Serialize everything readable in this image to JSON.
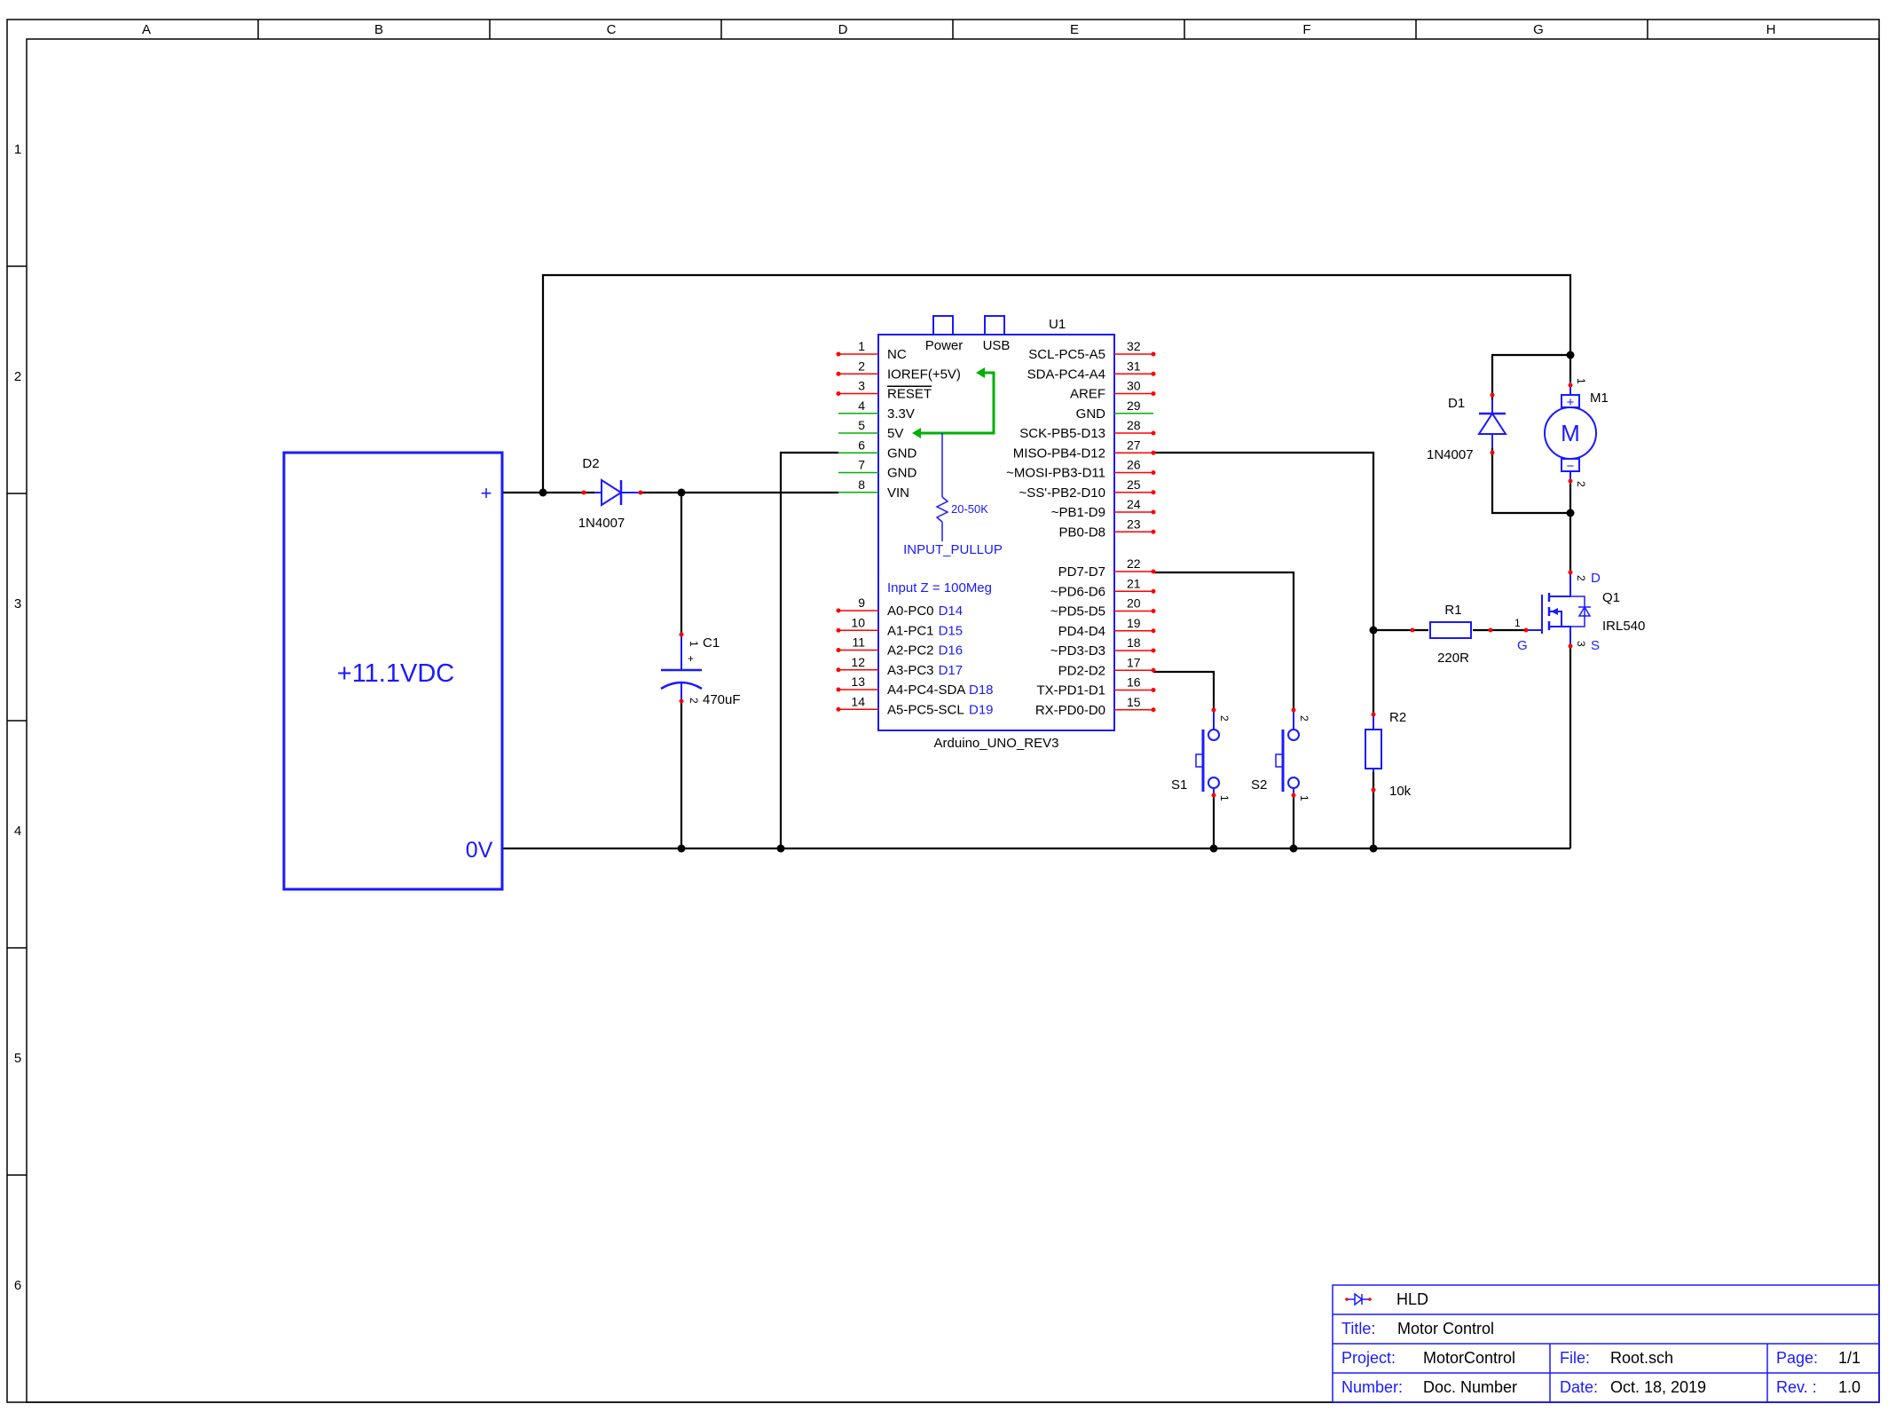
{
  "frame": {
    "columns": [
      "A",
      "B",
      "C",
      "D",
      "E",
      "F",
      "G",
      "H"
    ],
    "rows": [
      "1",
      "2",
      "3",
      "4",
      "5",
      "6"
    ]
  },
  "power_source": {
    "label": "+11.1VDC",
    "plus": "+",
    "minus": "0V"
  },
  "d2": {
    "ref": "D2",
    "value": "1N4007"
  },
  "c1": {
    "ref": "C1",
    "value": "470uF",
    "pin1": "1",
    "pin2": "2",
    "plus": "+"
  },
  "u1": {
    "ref": "U1",
    "name": "Arduino_UNO_REV3",
    "power_label": "Power",
    "usb_label": "USB",
    "pullup_resistor": "20-50K",
    "pullup_label": "INPUT_PULLUP",
    "input_z": "Input Z = 100Meg",
    "left_pins": [
      {
        "num": "1",
        "name": "NC",
        "d": ""
      },
      {
        "num": "2",
        "name": "IOREF(+5V)",
        "d": ""
      },
      {
        "num": "3",
        "name": "RESET",
        "d": ""
      },
      {
        "num": "4",
        "name": "3.3V",
        "d": ""
      },
      {
        "num": "5",
        "name": "5V",
        "d": ""
      },
      {
        "num": "6",
        "name": "GND",
        "d": ""
      },
      {
        "num": "7",
        "name": "GND",
        "d": ""
      },
      {
        "num": "8",
        "name": "VIN",
        "d": ""
      },
      {
        "num": "9",
        "name": "A0-PC0",
        "d": "D14"
      },
      {
        "num": "10",
        "name": "A1-PC1",
        "d": "D15"
      },
      {
        "num": "11",
        "name": "A2-PC2",
        "d": "D16"
      },
      {
        "num": "12",
        "name": "A3-PC3",
        "d": "D17"
      },
      {
        "num": "13",
        "name": "A4-PC4-SDA",
        "d": "D18"
      },
      {
        "num": "14",
        "name": "A5-PC5-SCL",
        "d": "D19"
      }
    ],
    "right_pins": [
      {
        "num": "32",
        "name": "SCL-PC5-A5"
      },
      {
        "num": "31",
        "name": "SDA-PC4-A4"
      },
      {
        "num": "30",
        "name": "AREF"
      },
      {
        "num": "29",
        "name": "GND"
      },
      {
        "num": "28",
        "name": "SCK-PB5-D13"
      },
      {
        "num": "27",
        "name": "MISO-PB4-D12"
      },
      {
        "num": "26",
        "name": "~MOSI-PB3-D11"
      },
      {
        "num": "25",
        "name": "~SS'-PB2-D10"
      },
      {
        "num": "24",
        "name": "~PB1-D9"
      },
      {
        "num": "23",
        "name": "PB0-D8"
      },
      {
        "num": "22",
        "name": "PD7-D7"
      },
      {
        "num": "21",
        "name": "~PD6-D6"
      },
      {
        "num": "20",
        "name": "~PD5-D5"
      },
      {
        "num": "19",
        "name": "PD4-D4"
      },
      {
        "num": "18",
        "name": "~PD3-D3"
      },
      {
        "num": "17",
        "name": "PD2-D2"
      },
      {
        "num": "16",
        "name": "TX-PD1-D1"
      },
      {
        "num": "15",
        "name": "RX-PD0-D0"
      }
    ]
  },
  "s1": {
    "ref": "S1",
    "pin1": "1",
    "pin2": "2"
  },
  "s2": {
    "ref": "S2",
    "pin1": "1",
    "pin2": "2"
  },
  "r2": {
    "ref": "R2",
    "value": "10k"
  },
  "r1": {
    "ref": "R1",
    "value": "220R",
    "pin1": "1"
  },
  "d1": {
    "ref": "D1",
    "value": "1N4007"
  },
  "m1": {
    "ref": "M1",
    "symbol": "M",
    "pin1": "1",
    "pin2": "2",
    "plus": "+",
    "minus": "−"
  },
  "q1": {
    "ref": "Q1",
    "value": "IRL540",
    "d": "D",
    "g": "G",
    "s": "S",
    "pin2": "2",
    "pin3": "3"
  },
  "title_block": {
    "company": "HLD",
    "title_label": "Title:",
    "title": "Motor Control",
    "project_label": "Project:",
    "project": "MotorControl",
    "file_label": "File:",
    "file": "Root.sch",
    "page_label": "Page:",
    "page": "1/1",
    "number_label": "Number:",
    "number": "Doc. Number",
    "date_label": "Date:",
    "date": "Oct. 18, 2019",
    "rev_label": "Rev. :",
    "rev": "1.0"
  },
  "colors": {
    "wire": "#000000",
    "component": "#1a1aff",
    "pin_dot": "#ff0000",
    "power_wire": "#00b000",
    "frame": "#000000"
  }
}
